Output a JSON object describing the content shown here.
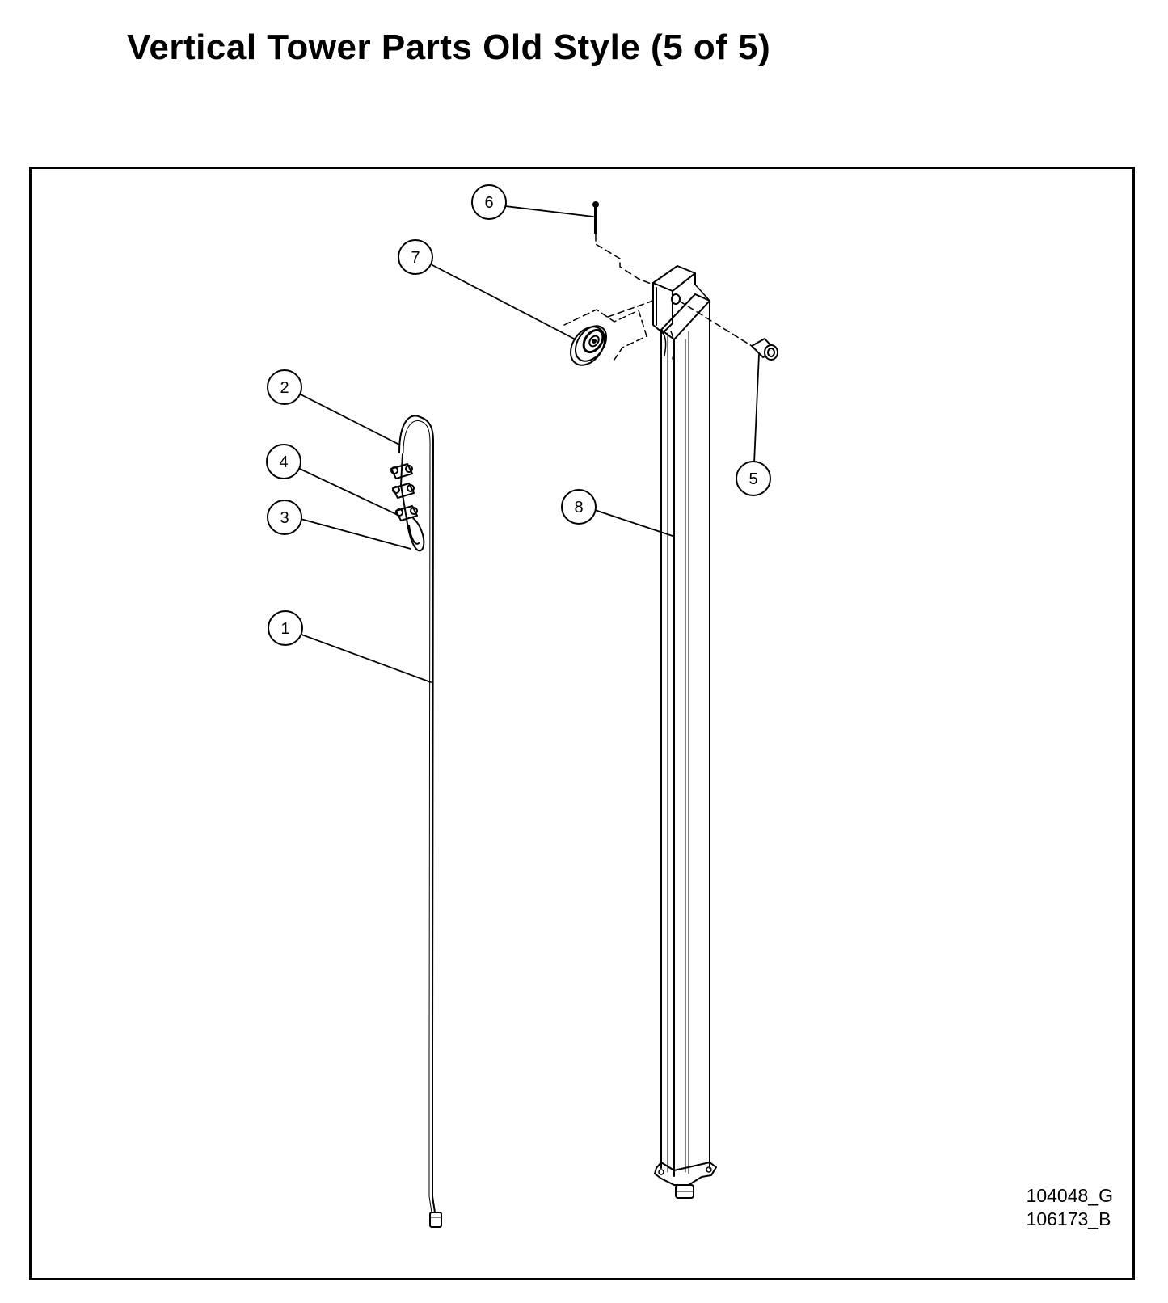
{
  "header": {
    "title": "Vertical Tower Parts Old Style (5 of 5)"
  },
  "callouts": [
    {
      "id": "6",
      "label": "6"
    },
    {
      "id": "7",
      "label": "7"
    },
    {
      "id": "2",
      "label": "2"
    },
    {
      "id": "4",
      "label": "4"
    },
    {
      "id": "3",
      "label": "3"
    },
    {
      "id": "1",
      "label": "1"
    },
    {
      "id": "5",
      "label": "5"
    },
    {
      "id": "8",
      "label": "8"
    }
  ],
  "drawing_numbers": [
    "104048_G",
    "106173_B"
  ],
  "colors": {
    "line": "#000000",
    "background": "#ffffff"
  }
}
